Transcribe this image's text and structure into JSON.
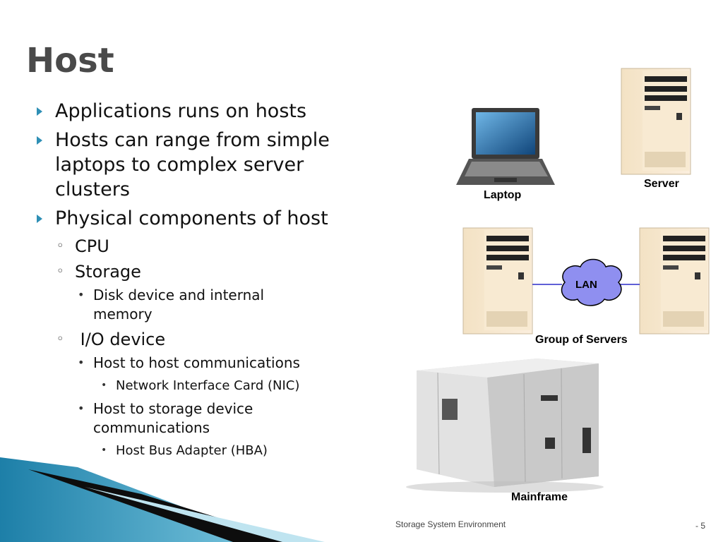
{
  "slide": {
    "title": "Host",
    "bullets": {
      "b1": "Applications runs on hosts",
      "b2": "Hosts can range from simple laptops to complex server clusters",
      "b3": "Physical components of host",
      "cpu": "CPU",
      "storage": "Storage",
      "disk": "Disk device and internal memory",
      "io": " I/O device",
      "h2h": "Host to host communications",
      "nic": "Network Interface Card (NIC)",
      "h2s": "Host to storage device communications",
      "hba": "Host Bus Adapter (HBA)"
    },
    "images": {
      "laptop": "Laptop",
      "server": "Server",
      "lan": "LAN",
      "group": "Group of Servers",
      "mainframe": "Mainframe"
    },
    "footer": {
      "center": "Storage System Environment",
      "page": "- 5"
    }
  },
  "colors": {
    "accent": "#2e8fb5",
    "lan": "#2c2cc8"
  }
}
